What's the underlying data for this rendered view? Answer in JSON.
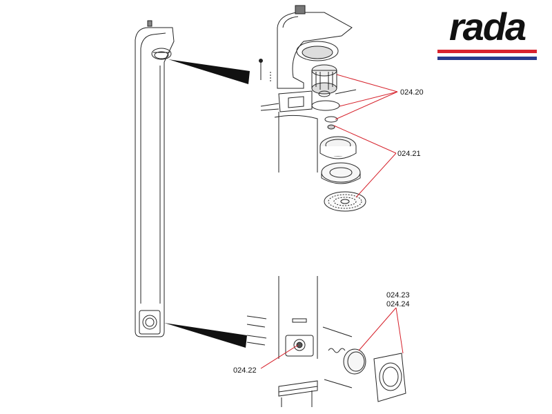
{
  "brand": {
    "name": "rada",
    "colors": {
      "red": "#d9232e",
      "blue": "#2a3c8e",
      "black": "#111111"
    }
  },
  "callout_color": "#d6202a",
  "parts": [
    {
      "code": "024.20"
    },
    {
      "code": "024.21"
    },
    {
      "code": "024.22"
    },
    {
      "code": "024.23"
    },
    {
      "code": "024.24"
    }
  ]
}
